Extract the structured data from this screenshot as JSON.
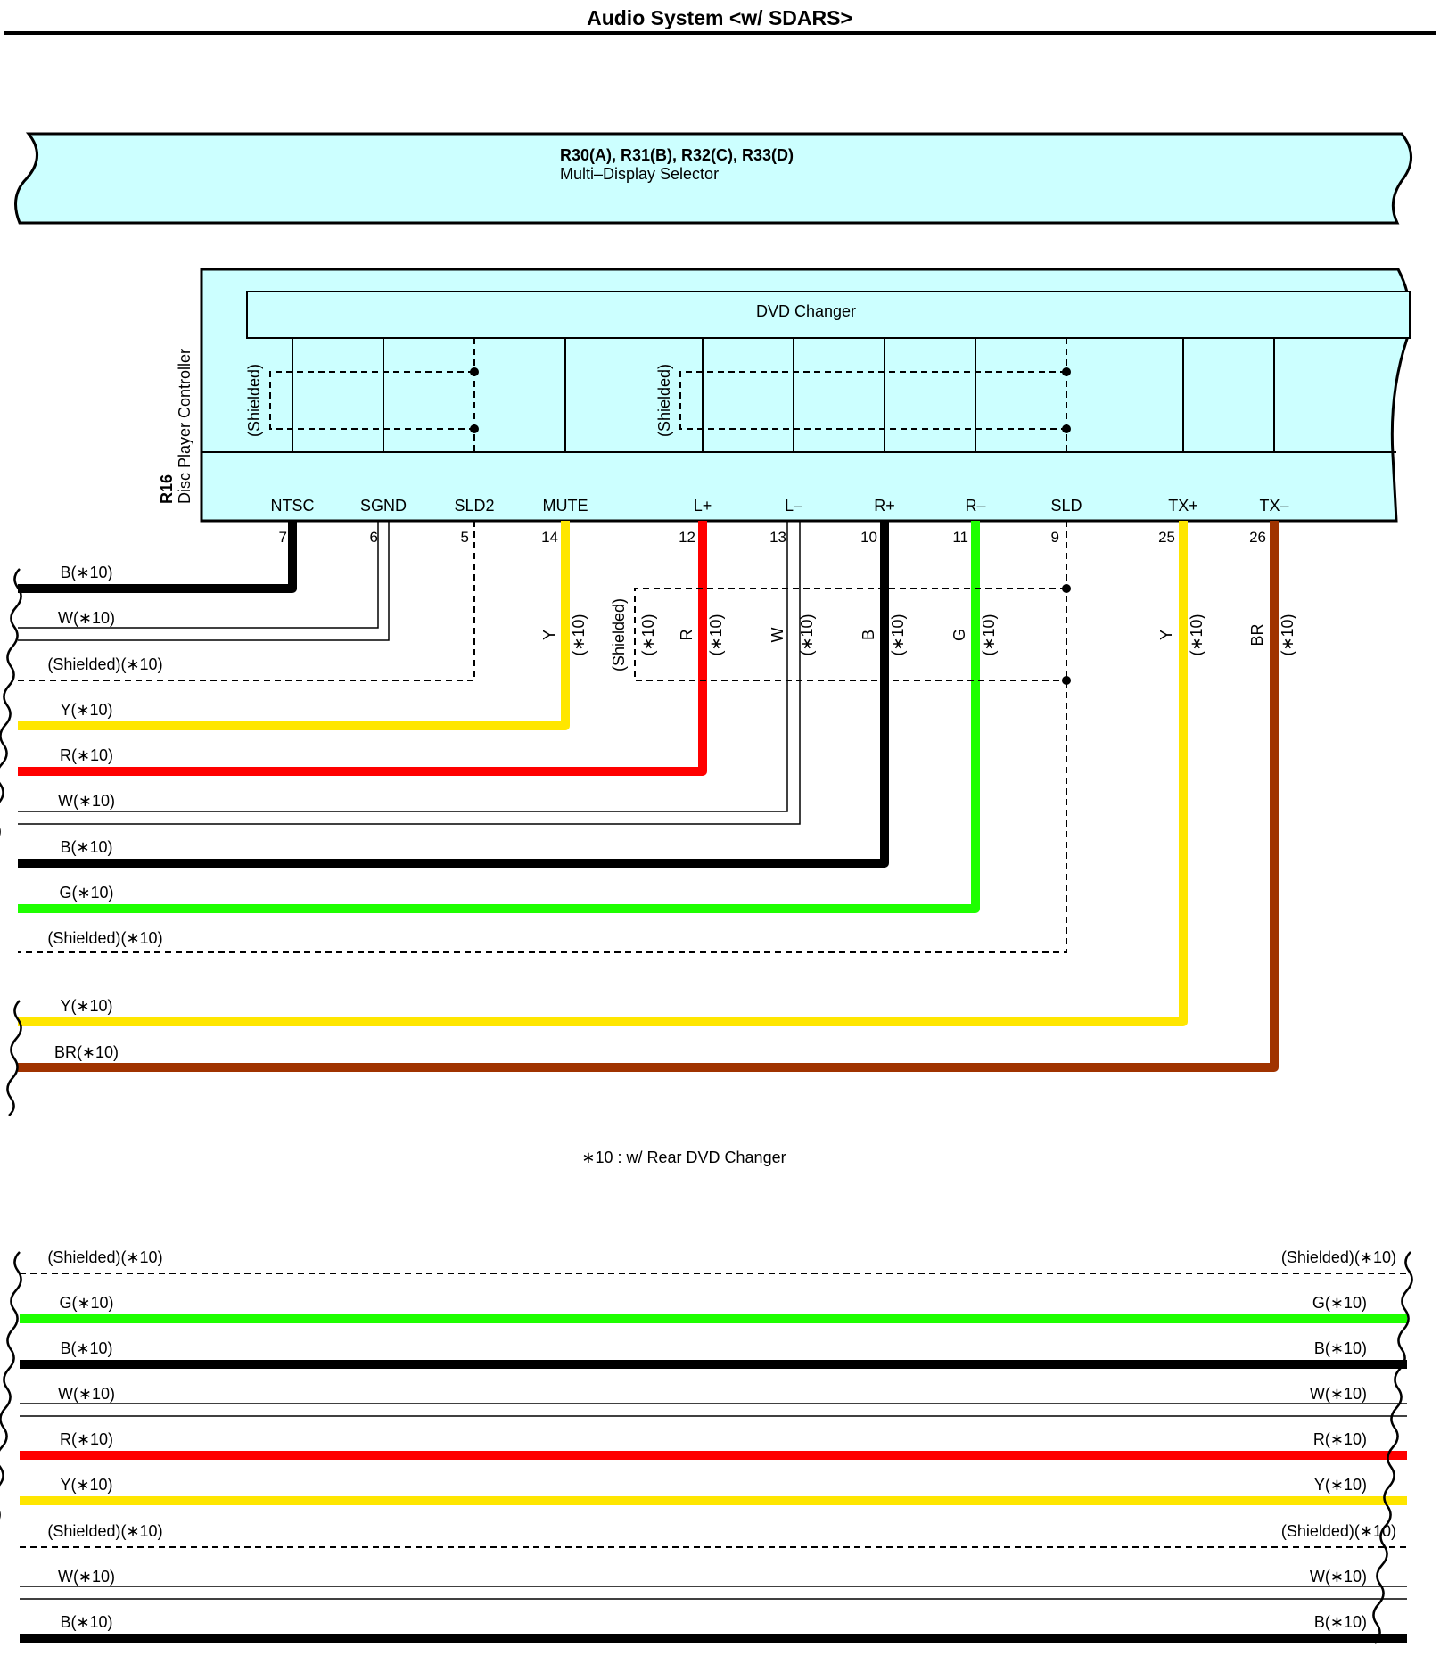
{
  "title": "Audio System <w/ SDARS>",
  "selector": {
    "code": "R30(A), R31(B), R32(C), R33(D)",
    "name": "Multi–Display Selector"
  },
  "controller": {
    "code": "R16",
    "name": "Disc Player Controller",
    "inner_label": "DVD Changer",
    "shield_label": "(Shielded)"
  },
  "terminals": [
    {
      "name": "NTSC",
      "pin": "7"
    },
    {
      "name": "SGND",
      "pin": "6"
    },
    {
      "name": "SLD2",
      "pin": "5"
    },
    {
      "name": "MUTE",
      "pin": "14"
    },
    {
      "name": "L+",
      "pin": "12"
    },
    {
      "name": "L–",
      "pin": "13"
    },
    {
      "name": "R+",
      "pin": "10"
    },
    {
      "name": "R–",
      "pin": "11"
    },
    {
      "name": "SLD",
      "pin": "9"
    },
    {
      "name": "TX+",
      "pin": "25"
    },
    {
      "name": "TX–",
      "pin": "26"
    }
  ],
  "vertical_labels": {
    "mute": {
      "color": "Y",
      "note": "(∗10)"
    },
    "shield": "(Shielded)",
    "shield_note": "(∗10)",
    "l_plus": {
      "color": "R",
      "note": "(∗10)"
    },
    "l_minus": {
      "color": "W",
      "note": "(∗10)"
    },
    "r_plus": {
      "color": "B",
      "note": "(∗10)"
    },
    "r_minus": {
      "color": "G",
      "note": "(∗10)"
    },
    "tx_plus": {
      "color": "Y",
      "note": "(∗10)"
    },
    "tx_minus": {
      "color": "BR",
      "note": "(∗10)"
    }
  },
  "upper_wires": [
    {
      "label": "B(∗10)",
      "color": "#000000"
    },
    {
      "label": "W(∗10)",
      "color": "#ffffff"
    },
    {
      "label": "(Shielded)(∗10)",
      "color": "shielded"
    },
    {
      "label": "Y(∗10)",
      "color": "#ffe600"
    },
    {
      "label": "R(∗10)",
      "color": "#ff0000"
    },
    {
      "label": "W(∗10)",
      "color": "#ffffff"
    },
    {
      "label": "B(∗10)",
      "color": "#000000"
    },
    {
      "label": "G(∗10)",
      "color": "#1eff00"
    },
    {
      "label": "(Shielded)(∗10)",
      "color": "shielded"
    },
    {
      "label": "Y(∗10)",
      "color": "#ffe600"
    },
    {
      "label": "BR(∗10)",
      "color": "#a03300"
    }
  ],
  "footnote": "∗10 : w/ Rear DVD Changer",
  "lower_wires": [
    {
      "label": "(Shielded)(∗10)",
      "color": "shielded"
    },
    {
      "label": "G(∗10)",
      "color": "#1eff00"
    },
    {
      "label": "B(∗10)",
      "color": "#000000"
    },
    {
      "label": "W(∗10)",
      "color": "#ffffff"
    },
    {
      "label": "R(∗10)",
      "color": "#ff0000"
    },
    {
      "label": "Y(∗10)",
      "color": "#ffe600"
    },
    {
      "label": "(Shielded)(∗10)",
      "color": "shielded"
    },
    {
      "label": "W(∗10)",
      "color": "#ffffff"
    },
    {
      "label": "B(∗10)",
      "color": "#000000"
    }
  ],
  "colors": {
    "connector_fill": "#ccffff",
    "yellow": "#ffe600",
    "red": "#ff0000",
    "green": "#1eff00",
    "black": "#000000",
    "brown": "#a03300"
  }
}
